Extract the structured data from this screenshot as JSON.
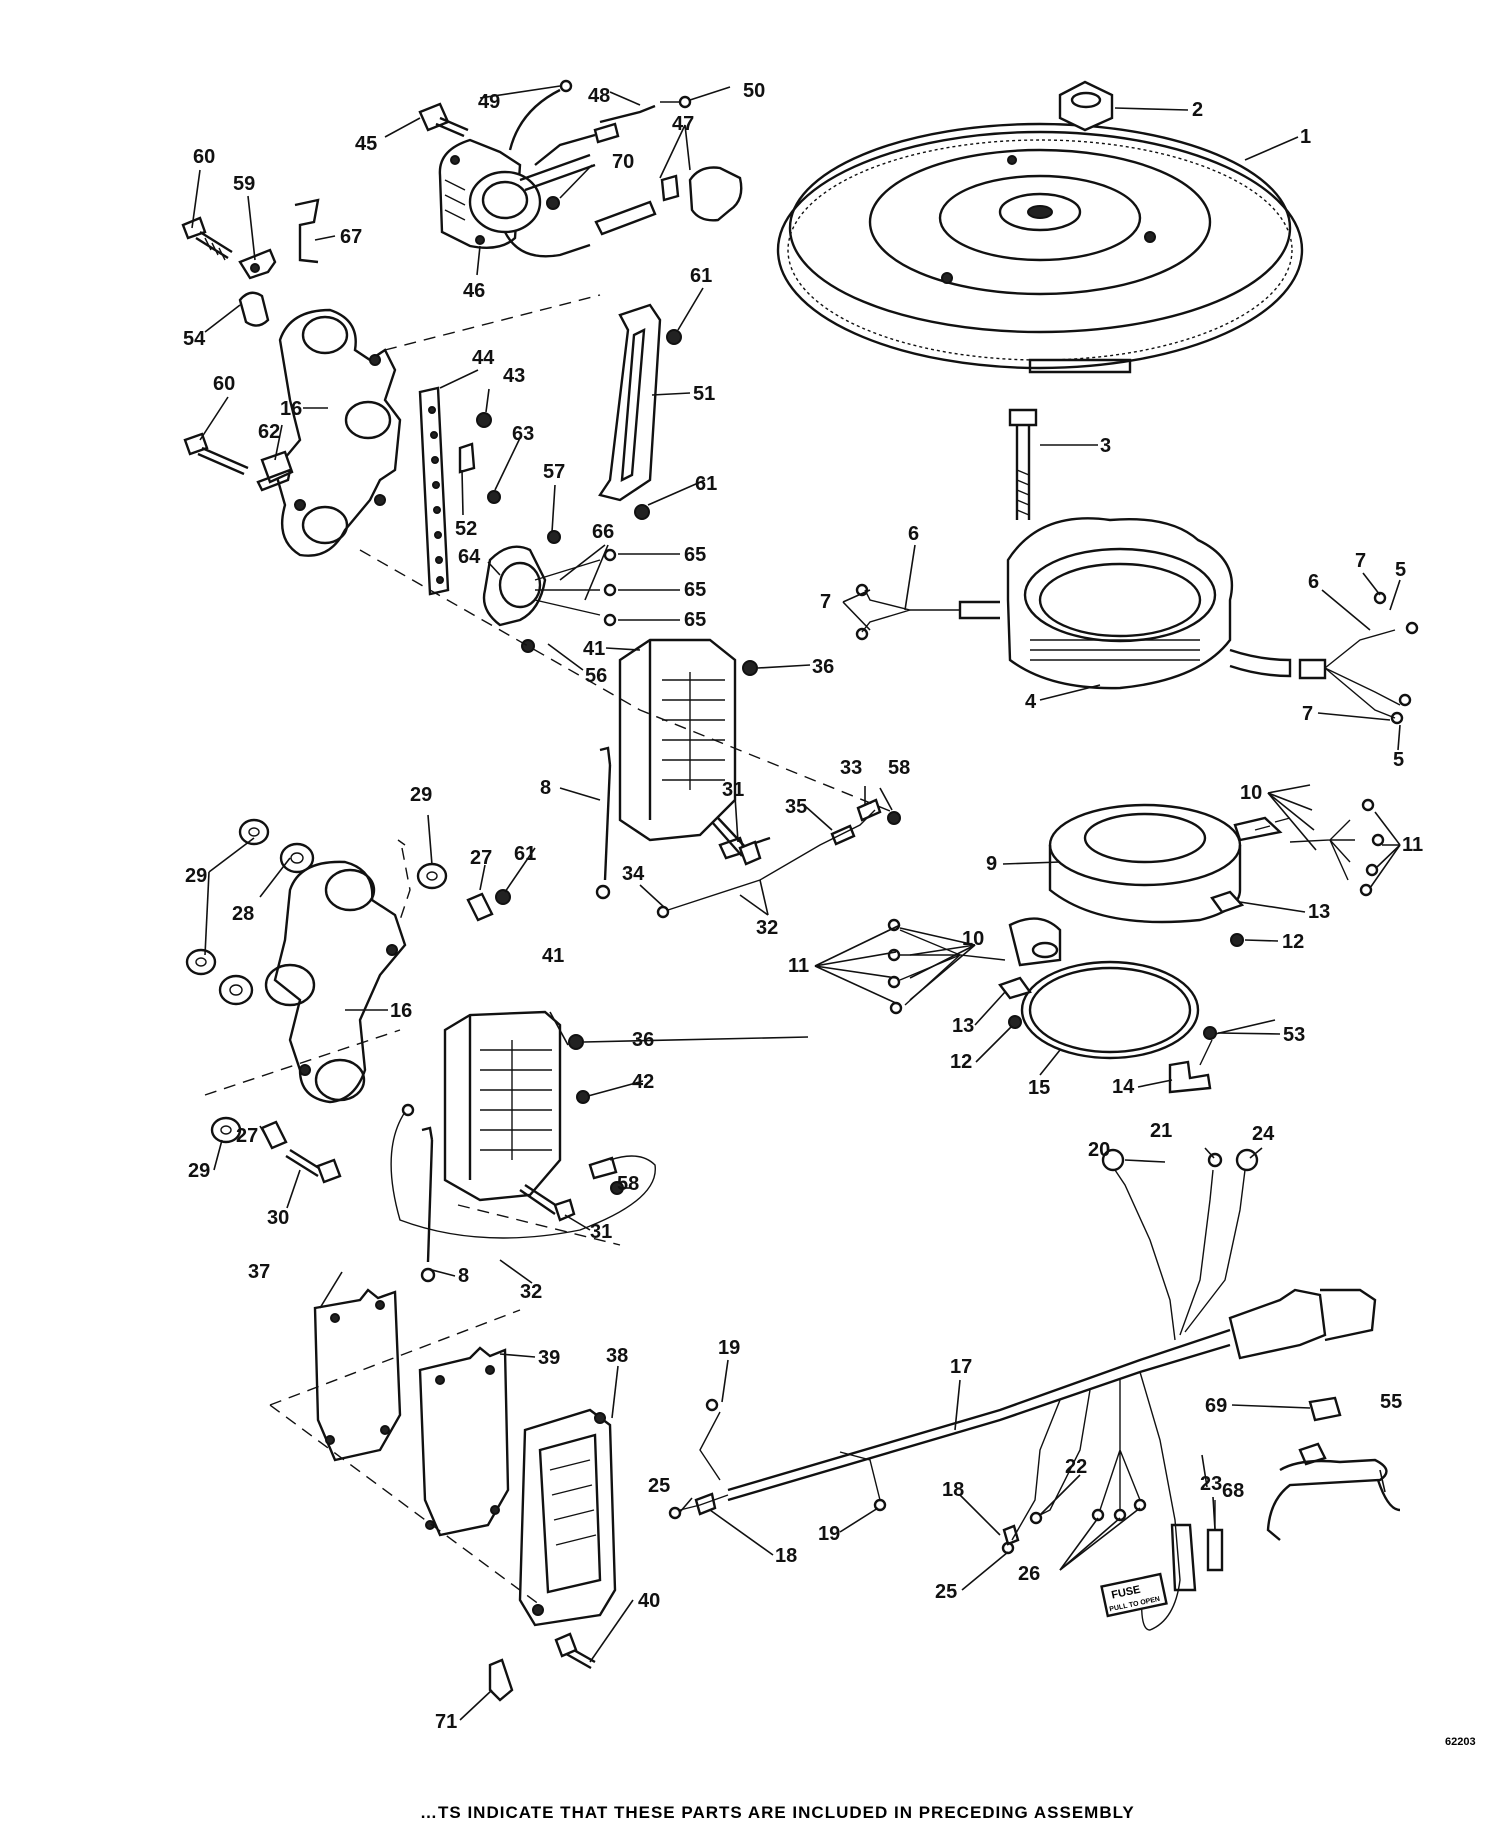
{
  "drawing_code": "62203",
  "footnote": "…TS INDICATE THAT THESE PARTS ARE INCLUDED IN PRECEDING ASSEMBLY",
  "fuse_label": {
    "line1": "FUSE",
    "line2": "PULL TO OPEN"
  },
  "callouts": [
    {
      "id": "c1",
      "label": "1"
    },
    {
      "id": "c2",
      "label": "2"
    },
    {
      "id": "c3",
      "label": "3"
    },
    {
      "id": "c4",
      "label": "4"
    },
    {
      "id": "c5a",
      "label": "5"
    },
    {
      "id": "c5b",
      "label": "5"
    },
    {
      "id": "c6a",
      "label": "6"
    },
    {
      "id": "c6b",
      "label": "6"
    },
    {
      "id": "c7a",
      "label": "7"
    },
    {
      "id": "c7b",
      "label": "7"
    },
    {
      "id": "c7c",
      "label": "7"
    },
    {
      "id": "c8a",
      "label": "8"
    },
    {
      "id": "c8b",
      "label": "8"
    },
    {
      "id": "c9",
      "label": "9"
    },
    {
      "id": "c10a",
      "label": "10"
    },
    {
      "id": "c10b",
      "label": "10"
    },
    {
      "id": "c11a",
      "label": "11"
    },
    {
      "id": "c11b",
      "label": "11"
    },
    {
      "id": "c12a",
      "label": "12"
    },
    {
      "id": "c12b",
      "label": "12"
    },
    {
      "id": "c13a",
      "label": "13"
    },
    {
      "id": "c13b",
      "label": "13"
    },
    {
      "id": "c14",
      "label": "14"
    },
    {
      "id": "c15",
      "label": "15"
    },
    {
      "id": "c16a",
      "label": "16"
    },
    {
      "id": "c16b",
      "label": "16"
    },
    {
      "id": "c17",
      "label": "17"
    },
    {
      "id": "c18a",
      "label": "18"
    },
    {
      "id": "c18b",
      "label": "18"
    },
    {
      "id": "c19a",
      "label": "19"
    },
    {
      "id": "c19b",
      "label": "19"
    },
    {
      "id": "c20",
      "label": "20"
    },
    {
      "id": "c21",
      "label": "21"
    },
    {
      "id": "c22",
      "label": "22"
    },
    {
      "id": "c23",
      "label": "23"
    },
    {
      "id": "c24",
      "label": "24"
    },
    {
      "id": "c25a",
      "label": "25"
    },
    {
      "id": "c25b",
      "label": "25"
    },
    {
      "id": "c26",
      "label": "26"
    },
    {
      "id": "c27a",
      "label": "27"
    },
    {
      "id": "c27b",
      "label": "27"
    },
    {
      "id": "c28",
      "label": "28"
    },
    {
      "id": "c29a",
      "label": "29"
    },
    {
      "id": "c29b",
      "label": "29"
    },
    {
      "id": "c29c",
      "label": "29"
    },
    {
      "id": "c30",
      "label": "30"
    },
    {
      "id": "c31a",
      "label": "31"
    },
    {
      "id": "c31b",
      "label": "31"
    },
    {
      "id": "c32a",
      "label": "32"
    },
    {
      "id": "c32b",
      "label": "32"
    },
    {
      "id": "c33",
      "label": "33"
    },
    {
      "id": "c34",
      "label": "34"
    },
    {
      "id": "c35",
      "label": "35"
    },
    {
      "id": "c36a",
      "label": "36"
    },
    {
      "id": "c36b",
      "label": "36"
    },
    {
      "id": "c37",
      "label": "37"
    },
    {
      "id": "c38",
      "label": "38"
    },
    {
      "id": "c39",
      "label": "39"
    },
    {
      "id": "c40",
      "label": "40"
    },
    {
      "id": "c41a",
      "label": "41"
    },
    {
      "id": "c41b",
      "label": "41"
    },
    {
      "id": "c42",
      "label": "42"
    },
    {
      "id": "c43",
      "label": "43"
    },
    {
      "id": "c44",
      "label": "44"
    },
    {
      "id": "c45",
      "label": "45"
    },
    {
      "id": "c46",
      "label": "46"
    },
    {
      "id": "c47",
      "label": "47"
    },
    {
      "id": "c48",
      "label": "48"
    },
    {
      "id": "c49",
      "label": "49"
    },
    {
      "id": "c50",
      "label": "50"
    },
    {
      "id": "c51",
      "label": "51"
    },
    {
      "id": "c52",
      "label": "52"
    },
    {
      "id": "c53",
      "label": "53"
    },
    {
      "id": "c54",
      "label": "54"
    },
    {
      "id": "c55",
      "label": "55"
    },
    {
      "id": "c56",
      "label": "56"
    },
    {
      "id": "c57",
      "label": "57"
    },
    {
      "id": "c58a",
      "label": "58"
    },
    {
      "id": "c58b",
      "label": "58"
    },
    {
      "id": "c59",
      "label": "59"
    },
    {
      "id": "c60a",
      "label": "60"
    },
    {
      "id": "c60b",
      "label": "60"
    },
    {
      "id": "c61a",
      "label": "61"
    },
    {
      "id": "c61b",
      "label": "61"
    },
    {
      "id": "c61c",
      "label": "61"
    },
    {
      "id": "c62",
      "label": "62"
    },
    {
      "id": "c63",
      "label": "63"
    },
    {
      "id": "c64",
      "label": "64"
    },
    {
      "id": "c65a",
      "label": "65"
    },
    {
      "id": "c65b",
      "label": "65"
    },
    {
      "id": "c65c",
      "label": "65"
    },
    {
      "id": "c66",
      "label": "66"
    },
    {
      "id": "c67",
      "label": "67"
    },
    {
      "id": "c68",
      "label": "68"
    },
    {
      "id": "c69",
      "label": "69"
    },
    {
      "id": "c70",
      "label": "70"
    },
    {
      "id": "c71",
      "label": "71"
    }
  ]
}
